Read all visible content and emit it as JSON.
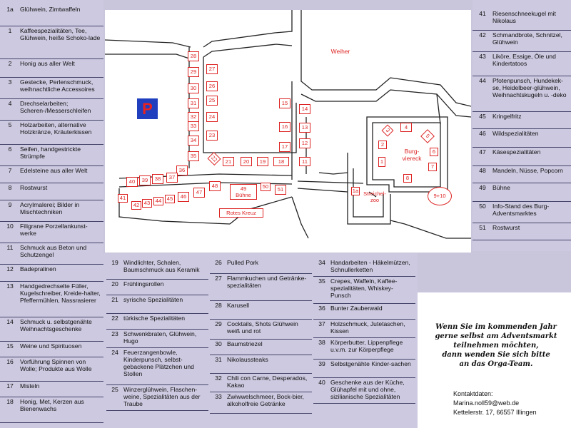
{
  "left_list": [
    {
      "num": "1a",
      "text": "Glühwein, Zimtwaffeln"
    },
    {
      "num": "1",
      "text": "Kaffeespezialitäten, Tee, Glühwein, heiße Schoko-lade"
    },
    {
      "num": "2",
      "text": "Honig aus aller Welt"
    },
    {
      "num": "3",
      "text": "Gestecke, Perlenschmuck, weihnachtliche Accessoires"
    },
    {
      "num": "4",
      "text": "Drechselarbeiten; Scheren-/Messerschleifen"
    },
    {
      "num": "5",
      "text": "Holzarbeiten, alternative Holzkränze, Kräuterkissen"
    },
    {
      "num": "6",
      "text": "Seifen, handgestrickte Strümpfe"
    },
    {
      "num": "7",
      "text": "Edelsteine aus aller Welt"
    },
    {
      "num": "8",
      "text": "Rostwurst"
    },
    {
      "num": "9",
      "text": "Acrylmalerei; Bilder in Mischtechniken"
    },
    {
      "num": "10",
      "text": "Filigrane Porzellankunst-werke"
    },
    {
      "num": "11",
      "text": "Schmuck aus Beton und Schutzengel"
    },
    {
      "num": "12",
      "text": "Badepralinen"
    },
    {
      "num": "13",
      "text": "Handgedrechselte Füller, Kugelschreiber, Kreide-halter, Pfeffermühlen, Nassrasierer"
    },
    {
      "num": "14",
      "text": "Schmuck u. selbstgenähte Weihnachtsgeschenke"
    },
    {
      "num": "15",
      "text": "Weine und Spirituosen"
    },
    {
      "num": "16",
      "text": "Vorführung Spinnen von Wolle; Produkte aus Wolle"
    },
    {
      "num": "17",
      "text": "Misteln"
    },
    {
      "num": "18",
      "text": "Honig, Met, Kerzen aus Bienenwachs"
    }
  ],
  "right_list": [
    {
      "num": "41",
      "text": "Riesenschneekugel mit Nikolaus"
    },
    {
      "num": "42",
      "text": "Schmandbrote, Schnitzel, Glühwein"
    },
    {
      "num": "43",
      "text": "Liköre, Essige, Öle und Kindertatoos"
    },
    {
      "num": "44",
      "text": "Pfotenpunsch, Hundekek-se, Heidelbeer-glühwein, Weihnachtskugeln u. -deko"
    },
    {
      "num": "45",
      "text": "Kringelfritz"
    },
    {
      "num": "46",
      "text": "Wildspezialitäten"
    },
    {
      "num": "47",
      "text": "Käsespezialitäten"
    },
    {
      "num": "48",
      "text": "Mandeln, Nüsse, Popcorn"
    },
    {
      "num": "49",
      "text": "Bühne"
    },
    {
      "num": "50",
      "text": "Info-Stand des Burg-Adventsmarktes"
    },
    {
      "num": "51",
      "text": "Rostwurst"
    }
  ],
  "bottom_col1": [
    {
      "num": "19",
      "text": "Windlichter, Schalen, Baumschmuck aus Keramik"
    },
    {
      "num": "20",
      "text": "Frühlingsrollen"
    },
    {
      "num": "21",
      "text": "syrische Spezialitäten"
    },
    {
      "num": "22",
      "text": "türkische Spezialitäten"
    },
    {
      "num": "23",
      "text": "Schwenkbraten, Glühwein, Hugo"
    },
    {
      "num": "24",
      "text": "Feuerzangenbowle, Kinderpunsch, selbst-gebackene Plätzchen und Stollen"
    },
    {
      "num": "25",
      "text": "Winzerglühwein, Flaschen-weine, Spezialitäten aus der Traube"
    }
  ],
  "bottom_col2": [
    {
      "num": "26",
      "text": "Pulled Pork"
    },
    {
      "num": "27",
      "text": "Flammkuchen und Getränke-spezialitäten"
    },
    {
      "num": "28",
      "text": "Karusell"
    },
    {
      "num": "29",
      "text": "Cocktails, Shots Glühwein weiß und rot"
    },
    {
      "num": "30",
      "text": "Baumstriezel"
    },
    {
      "num": "31",
      "text": "Nikolaussteaks"
    },
    {
      "num": "32",
      "text": "Chili con Carne, Desperados, Kakao"
    },
    {
      "num": "33",
      "text": "Zwiwwelschmeer, Bock-bier, alkoholfreie Getränke"
    }
  ],
  "bottom_col3": [
    {
      "num": "34",
      "text": "Handarbeiten - Häkelmützen, Schnullerketten"
    },
    {
      "num": "35",
      "text": "Crepes, Waffeln, Kaffee-spezialitäten, Whiskey-Punsch"
    },
    {
      "num": "36",
      "text": "Bunter Zauberwald"
    },
    {
      "num": "37",
      "text": "Holzschmuck, Jutetaschen, Kissen"
    },
    {
      "num": "38",
      "text": "Körperbutter, Lippenpflege u.v.m. zur Körperpflege"
    },
    {
      "num": "39",
      "text": "Selbstgenähte Kinder-sachen"
    },
    {
      "num": "40",
      "text": "Geschenke aus der Küche, Glühapfel mit und ohne, sizilianische Spezialitäten"
    }
  ],
  "map": {
    "parking": "P",
    "weiher": "Weiher",
    "burgviereck": "Burg-\nviereck",
    "streichelzoo": "Streichel-\nzoo",
    "buehne": "49\nBühne",
    "rotes_kreuz": "Rotes Kreuz",
    "stalls": [
      "1a",
      "1",
      "2",
      "3",
      "4",
      "5",
      "6",
      "7",
      "8",
      "9+10",
      "11",
      "12",
      "13",
      "14",
      "15",
      "16",
      "17",
      "18",
      "19",
      "20",
      "21",
      "22",
      "23",
      "24",
      "25",
      "26",
      "27",
      "28",
      "29",
      "30",
      "31",
      "32",
      "33",
      "34",
      "35",
      "36",
      "37",
      "38",
      "39",
      "40",
      "41",
      "42",
      "43",
      "44",
      "45",
      "46",
      "47",
      "48",
      "50",
      "51"
    ]
  },
  "info": {
    "text": "Wenn Sie im kommenden Jahr\ngerne selbst am Adventsmarkt\nteilnehmen möchten,\ndann wenden Sie sich bitte\nan das Orga-Team.",
    "contact": "Kontaktdaten:\nMarina.noll59@web.de\nKettelerstr. 17, 66557 Illingen"
  },
  "colors": {
    "stall_red": "#d22222",
    "parking_blue": "#1f3fbf",
    "panel": "#cdc9e0"
  }
}
